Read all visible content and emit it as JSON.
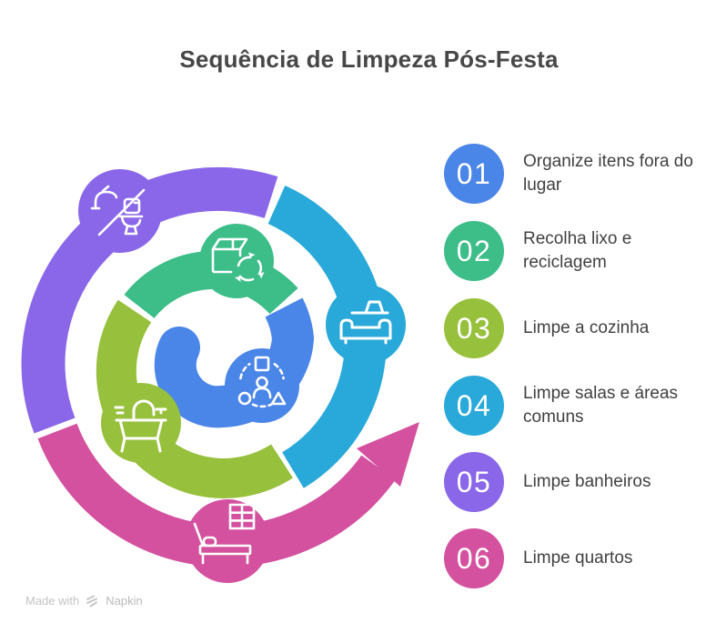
{
  "title": "Sequência de Limpeza Pós-Festa",
  "steps": [
    {
      "number": "01",
      "label": "Organize itens fora do lugar",
      "color": "#4a85e8",
      "icon": "organize-items-icon"
    },
    {
      "number": "02",
      "label": "Recolha lixo e reciclagem",
      "color": "#3dbd88",
      "icon": "package-recycle-icon"
    },
    {
      "number": "03",
      "label": "Limpe a cozinha",
      "color": "#97c03c",
      "icon": "kitchen-sink-icon"
    },
    {
      "number": "04",
      "label": "Limpe salas e áreas comuns",
      "color": "#29a9d9",
      "icon": "sofa-laptop-icon"
    },
    {
      "number": "05",
      "label": "Limpe banheiros",
      "color": "#8a67e8",
      "icon": "bathroom-icon"
    },
    {
      "number": "06",
      "label": "Limpe quartos",
      "color": "#d4519f",
      "icon": "bed-window-icon"
    }
  ],
  "footer": {
    "made_with": "Made with",
    "brand": "Napkin"
  },
  "colors": {
    "background": "#ffffff",
    "title_text": "#474747",
    "label_text": "#414141",
    "footer_text": "#c3c3c3",
    "icon_stroke": "#ffffff"
  }
}
